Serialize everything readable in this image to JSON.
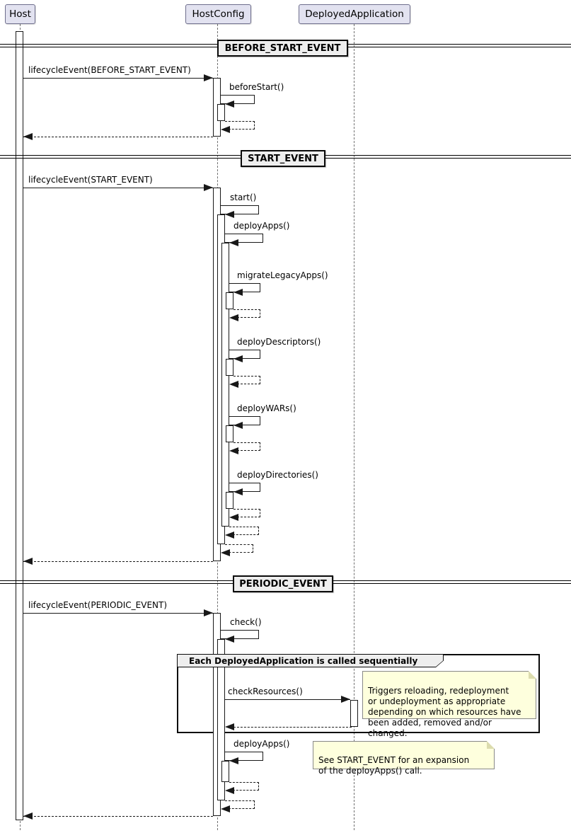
{
  "participants": [
    {
      "label": "Host"
    },
    {
      "label": "HostConfig"
    },
    {
      "label": "DeployedApplication"
    }
  ],
  "dividers": [
    {
      "label": "BEFORE_START_EVENT"
    },
    {
      "label": "START_EVENT"
    },
    {
      "label": "PERIODIC_EVENT"
    }
  ],
  "messages": {
    "lifecycle_before_start": "lifecycleEvent(BEFORE_START_EVENT)",
    "before_start": "beforeStart()",
    "lifecycle_start": "lifecycleEvent(START_EVENT)",
    "start": "start()",
    "deploy_apps": "deployApps()",
    "migrate_legacy_apps": "migrateLegacyApps()",
    "deploy_descriptors": "deployDescriptors()",
    "deploy_wars": "deployWARs()",
    "deploy_directories": "deployDirectories()",
    "lifecycle_periodic": "lifecycleEvent(PERIODIC_EVENT)",
    "check": "check()",
    "check_resources": "checkResources()",
    "deploy_apps_periodic": "deployApps()"
  },
  "group": {
    "label": "Each DeployedApplication is called sequentially"
  },
  "notes": {
    "check_resources_note": "Triggers reloading, redeployment\nor undeployment as appropriate\ndepending on which resources have\nbeen added, removed and/or changed.",
    "deploy_apps_note": "See START_EVENT for an expansion\nof the deployApps() call."
  },
  "colors": {
    "participant_fill": "#E2E2F0",
    "participant_border": "#6E6E8C",
    "line": "#181818",
    "lifeline": "#707070",
    "note_fill": "#FEFFDD",
    "note_border": "#888888",
    "panel_fill": "#EEEEEE",
    "bar_fill": "#FFFFFF"
  }
}
